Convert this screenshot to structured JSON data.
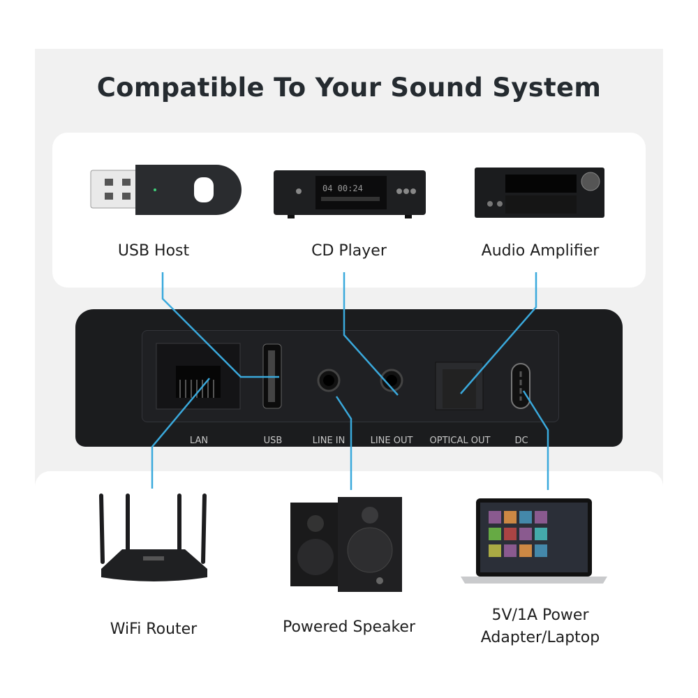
{
  "title": "Compatible To Your Sound System",
  "top_devices": [
    {
      "label": "USB Host",
      "icon": "usb-dongle"
    },
    {
      "label": "CD Player",
      "icon": "cd-player",
      "display": "04  00:24"
    },
    {
      "label": "Audio Amplifier",
      "icon": "av-receiver"
    }
  ],
  "ports": [
    "LAN",
    "USB",
    "LINE IN",
    "LINE OUT",
    "OPTICAL OUT",
    "DC"
  ],
  "bottom_devices": [
    {
      "label": "WiFi Router",
      "icon": "router"
    },
    {
      "label": "Powered Speaker",
      "icon": "speakers"
    },
    {
      "label_line1": "5V/1A Power",
      "label_line2": "Adapter/Laptop",
      "icon": "laptop"
    }
  ],
  "colors": {
    "connector_line": "#3aa9dc",
    "device_body": "#1b1c1e",
    "panel_bg": "#f1f1f1"
  }
}
